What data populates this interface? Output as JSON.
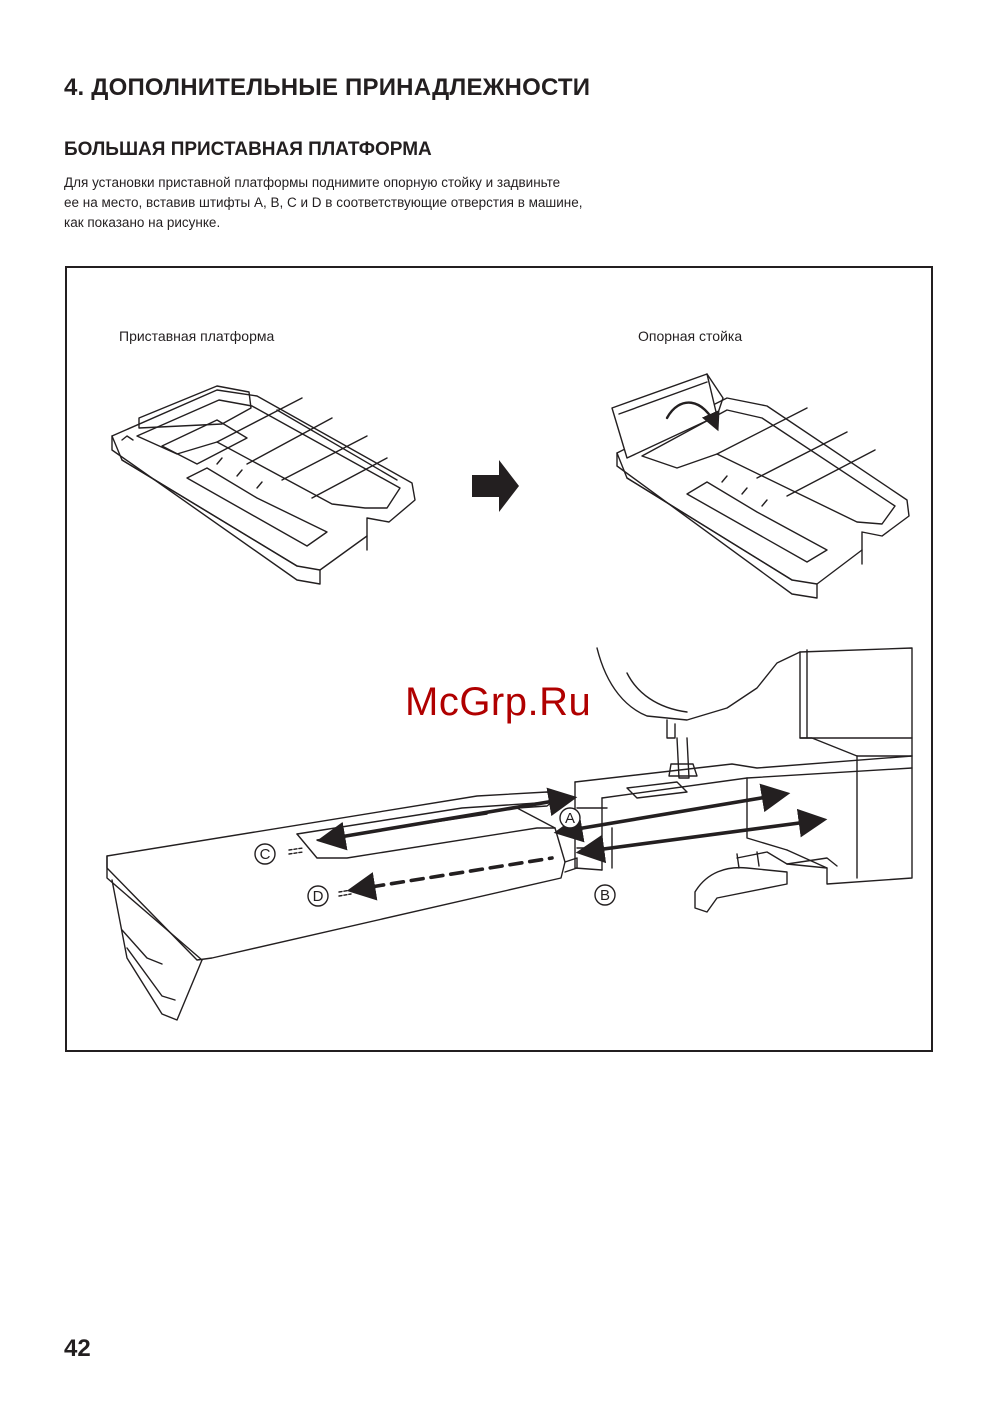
{
  "section_title": "4. ДОПОЛНИТЕЛЬНЫЕ ПРИНАДЛЕЖНОСТИ",
  "subsection_title": "БОЛЬШАЯ ПРИСТАВНАЯ ПЛАТФОРМА",
  "instructions": [
    "Для установки приставной платформы поднимите опорную стойку и задвиньте",
    "ее на место, вставив штифты A, B, C и D в соответствующие отверстия в машине,",
    "как показано на рисунке."
  ],
  "figure": {
    "label_left": "Приставная платформа",
    "label_right": "Опорная стойка",
    "pins": [
      "A",
      "B",
      "C",
      "D"
    ]
  },
  "watermark": "McGrp.Ru",
  "page_number": "42"
}
